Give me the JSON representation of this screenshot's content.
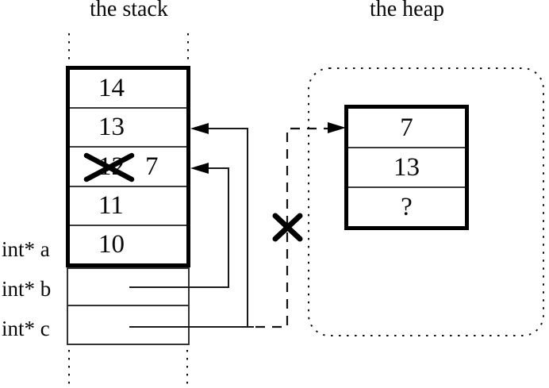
{
  "stack": {
    "title": "the stack",
    "cells": [
      {
        "value": "14"
      },
      {
        "value": "13"
      },
      {
        "old_value": "12",
        "value": "7"
      },
      {
        "value": "11"
      },
      {
        "value": "10"
      }
    ],
    "variables": [
      {
        "label": "int* a"
      },
      {
        "label": "int* b"
      },
      {
        "label": "int* c"
      }
    ]
  },
  "heap": {
    "title": "the heap",
    "cells": [
      {
        "value": "7"
      },
      {
        "value": "13"
      },
      {
        "value": "?"
      }
    ]
  },
  "marks": {
    "crossed_out_stack_value": "12",
    "cross_icon_glyph": "✕"
  },
  "colors": {
    "line": "#000000",
    "thin_line": "#333333",
    "background": "#ffffff"
  }
}
